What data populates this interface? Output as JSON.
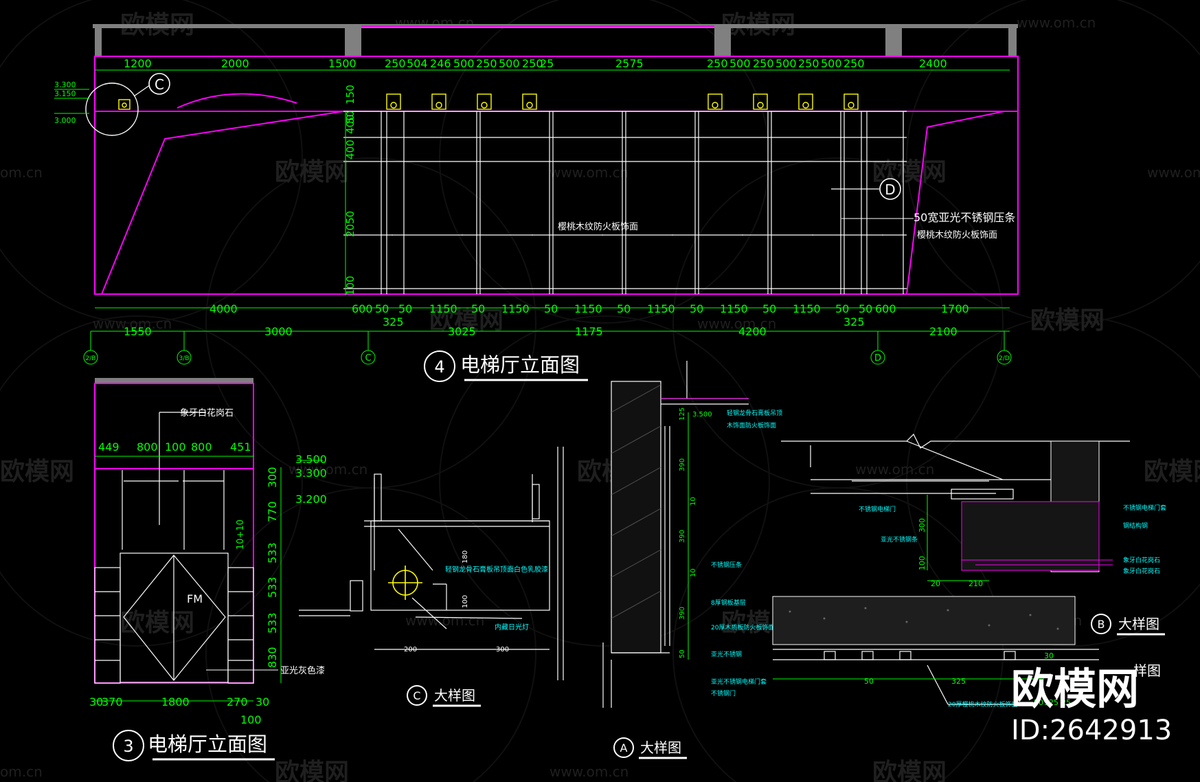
{
  "colors": {
    "background": "#000000",
    "outline": "#ff00ff",
    "dimension": "#00ff00",
    "drawing": "#ffffff",
    "note": "#00ffff",
    "fixture": "#ffff00",
    "wall": "#808080"
  },
  "watermark": {
    "brand": "欧模网",
    "url": "www.om.cn",
    "url_fragment": "om.cn"
  },
  "elevation4": {
    "title": "电梯厅立面图",
    "number": "4",
    "levels": [
      "3.300",
      "3.150",
      "3.000"
    ],
    "top_dims": [
      "1200",
      "2000",
      "1500",
      "250",
      "504",
      "246",
      "500",
      "250",
      "500",
      "250",
      "25",
      "2575",
      "250",
      "500",
      "250",
      "500",
      "250",
      "500",
      "250",
      "2400"
    ],
    "vertical_dims": [
      "150",
      "50",
      "400",
      "400",
      "2050",
      "100"
    ],
    "bottom_dims_1": [
      "4000",
      "600",
      "50",
      "50",
      "1150",
      "50",
      "1150",
      "50",
      "1150",
      "50",
      "1150",
      "50",
      "1150",
      "50",
      "1150",
      "50",
      "50",
      "600",
      "1700"
    ],
    "bottom_dims_2": [
      "1550",
      "3000",
      "325",
      "3025",
      "1175",
      "4200",
      "325",
      "2100"
    ],
    "axis_labels": [
      "2/B",
      "3/B",
      "C",
      "D",
      "2/D"
    ],
    "callout_c": "C",
    "callout_d": "D",
    "note_panel": "樱桃木纹防火板饰面",
    "note_strip": "50宽亚光不锈钢压条",
    "note_panel_2": "樱桃木纹防火板饰面"
  },
  "elevation3": {
    "title": "电梯厅立面图",
    "number": "3",
    "top_dims": [
      "449",
      "800",
      "100",
      "800",
      "451"
    ],
    "levels": [
      "3.500",
      "3.300",
      "3.200"
    ],
    "right_dims": [
      "300",
      "770",
      "533",
      "533",
      "533",
      "830"
    ],
    "left_dim": "10+10",
    "bottom_dims": [
      "30",
      "370",
      "1800",
      "270",
      "30",
      "100"
    ],
    "door_label": "FM",
    "note_stone": "象牙白花岗石",
    "note_paint": "亚光灰色漆"
  },
  "detailC": {
    "label": "大样图",
    "marker": "C",
    "dims": [
      "200",
      "300",
      "180",
      "100"
    ],
    "note_ceiling": "轻钢龙骨石膏板吊顶面白色乳胶漆",
    "note_light": "内藏日光灯"
  },
  "detailA": {
    "label": "大样图",
    "marker": "A",
    "level": "3.500",
    "dims": [
      "125",
      "390",
      "10",
      "390",
      "10",
      "390",
      "50"
    ],
    "notes": [
      "轻钢龙骨石膏板吊顶",
      "木饰面防火板饰面",
      "不锈钢压条",
      "8厚钢板基层",
      "20厚木质板防火板饰面",
      "亚光不锈钢",
      "亚光不锈钢电梯门套",
      "不锈钢门"
    ]
  },
  "detailB": {
    "label": "大样图",
    "marker": "B",
    "dims": [
      "300",
      "100",
      "20",
      "210",
      "30",
      "50",
      "325",
      "50",
      "325",
      "25"
    ],
    "notes": [
      "不锈钢电梯门",
      "亚光不锈钢条",
      "不锈钢电梯门套",
      "钢结构钢",
      "象牙白花岗石",
      "象牙白花岗石",
      "20厚樱桃木纹防火板饰面"
    ],
    "detail_label_2": "样图"
  },
  "stamp": {
    "brand": "欧模网",
    "id": "ID:2642913"
  }
}
